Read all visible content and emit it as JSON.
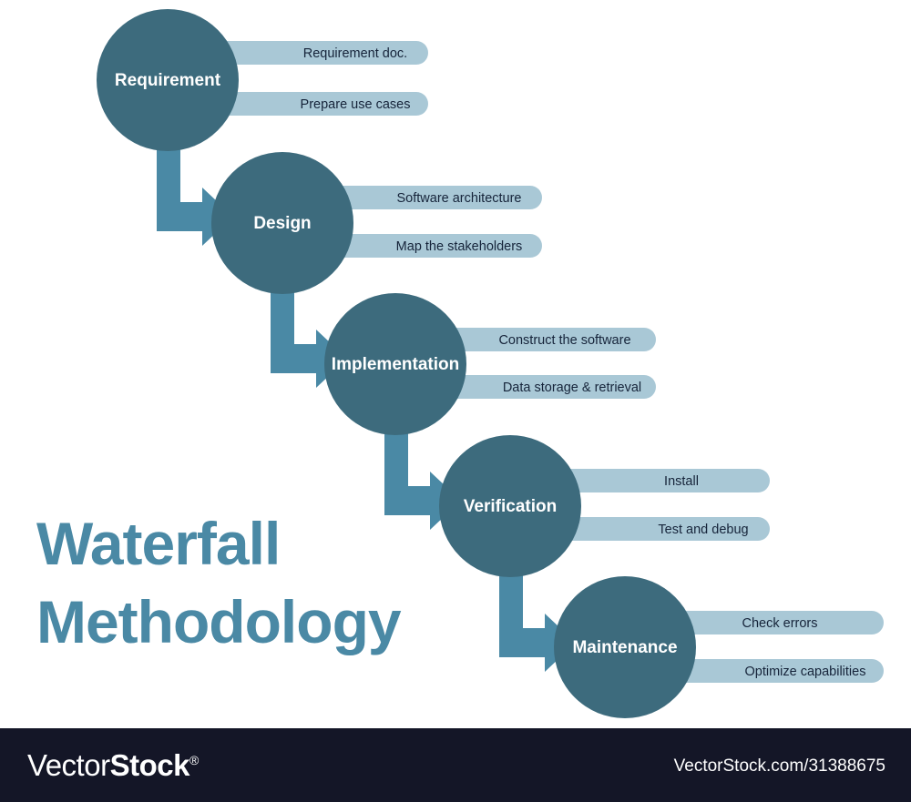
{
  "diagram": {
    "title_line1": "Waterfall",
    "title_line2": "Methodology",
    "colors": {
      "circle": "#3d6b7d",
      "pill": "#a9c8d6",
      "arrow": "#4a89a5",
      "title": "#4a89a5",
      "pill_text": "#16243a",
      "circle_text": "#ffffff",
      "background": "#ffffff",
      "footer_background": "#141627"
    },
    "stages": [
      {
        "name": "Requirement",
        "items": [
          "Requirement doc.",
          "Prepare use cases"
        ]
      },
      {
        "name": "Design",
        "items": [
          "Software architecture",
          "Map the stakeholders"
        ]
      },
      {
        "name": "Implementation",
        "items": [
          "Construct the software",
          "Data storage & retrieval"
        ]
      },
      {
        "name": "Verification",
        "items": [
          "Install",
          "Test and debug"
        ]
      },
      {
        "name": "Maintenance",
        "items": [
          "Check errors",
          "Optimize capabilities"
        ]
      }
    ]
  },
  "footer": {
    "logo_light": "Vector",
    "logo_bold": "Stock",
    "logo_registered": "®",
    "url": "VectorStock.com/31388675"
  }
}
